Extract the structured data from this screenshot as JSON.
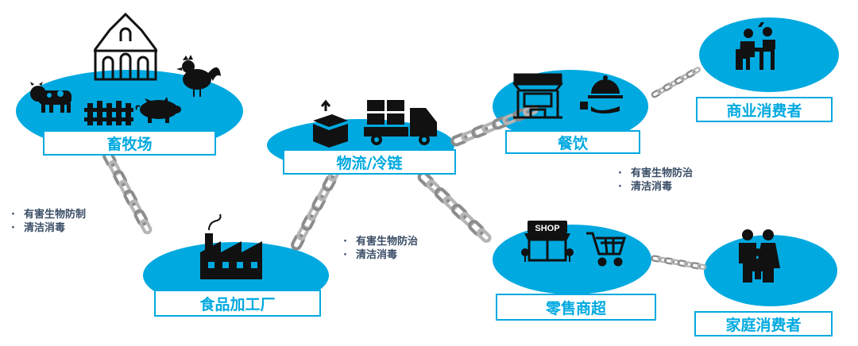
{
  "nodes": {
    "farm": "畜牧场",
    "logistics": "物流/冷链",
    "food_factory": "食品加工厂",
    "catering": "餐饮",
    "retail": "零售商超",
    "commercial_consumer": "商业消费者",
    "household_consumer": "家庭消费者"
  },
  "notes": {
    "farm_factory": [
      "有害生物防制",
      "清洁消毒"
    ],
    "factory_logistics": [
      "有害生物防治",
      "清洁消毒"
    ],
    "logistics_catering": [
      "有害生物防治",
      "清洁消毒"
    ]
  },
  "shop_sign": "SHOP",
  "colors": {
    "accent": "#00a9e0",
    "icon": "#111111",
    "text_dark": "#3a4d66",
    "chain": "#9a9a9a"
  }
}
